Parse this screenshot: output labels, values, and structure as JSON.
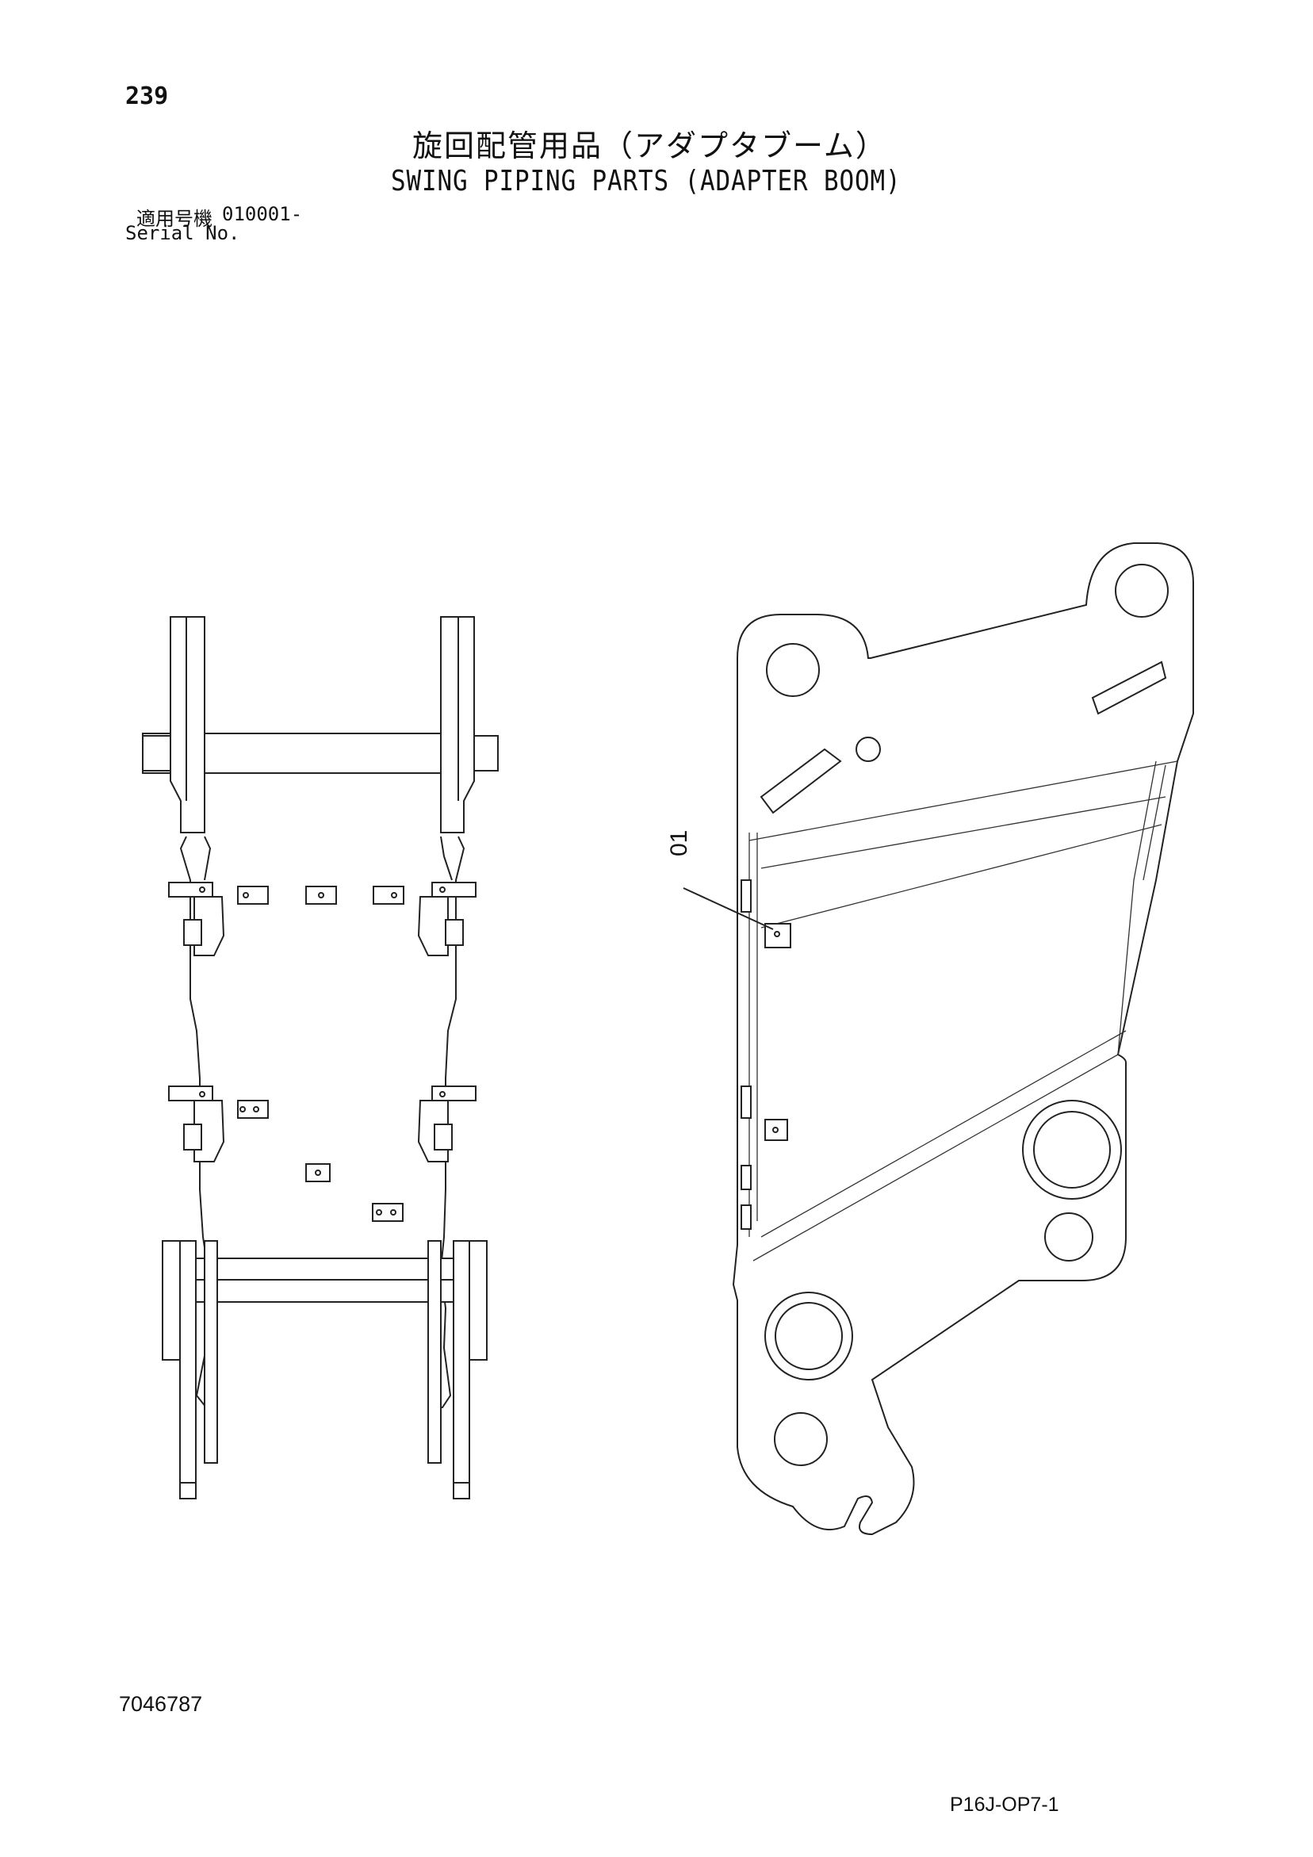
{
  "header": {
    "page_number": "239",
    "title_jp": "旋回配管用品（アダプタブーム）",
    "title_en": "SWING PIPING PARTS (ADAPTER BOOM)",
    "serial_label_jp": "適用号機",
    "serial_value": "010001-",
    "serial_label_en": "Serial No."
  },
  "drawing": {
    "callout": "01"
  },
  "footer": {
    "drawing_number": "7046787",
    "page_code": "P16J-OP7-1"
  }
}
